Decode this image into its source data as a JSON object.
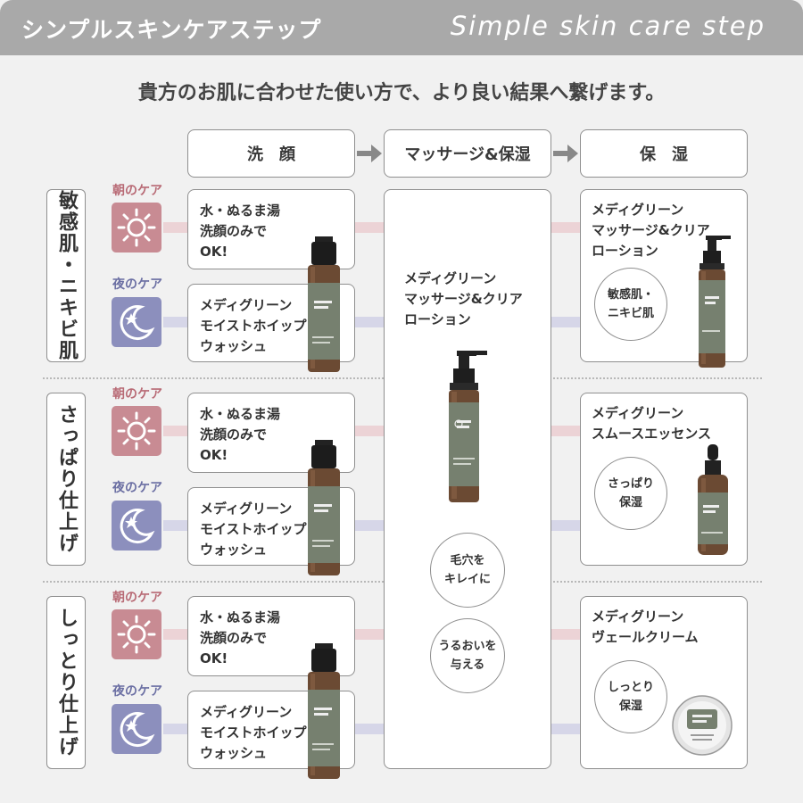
{
  "header": {
    "title_jp": "シンプルスキンケアステップ",
    "title_en": "Simple skin care step"
  },
  "subtitle": "貴方のお肌に合わせた使い方で、より良い結果へ繋げます。",
  "steps": [
    {
      "label": "洗　顔"
    },
    {
      "label": "マッサージ&保湿"
    },
    {
      "label": "保　湿"
    }
  ],
  "care": {
    "morning": "朝のケア",
    "night": "夜のケア"
  },
  "rows": [
    {
      "type": "敏感肌・ニキビ肌",
      "morning_text": [
        "水・ぬるま湯",
        "洗顔のみで",
        "OK!"
      ],
      "night_text": [
        "メディグリーン",
        "モイストホイップ",
        "ウォッシュ"
      ],
      "moist_text": [
        "メディグリーン",
        "マッサージ&クリア",
        "ローション"
      ],
      "moist_badge": [
        "敏感肌・",
        "ニキビ肌"
      ]
    },
    {
      "type": "さっぱり仕上げ",
      "morning_text": [
        "水・ぬるま湯",
        "洗顔のみで",
        "OK!"
      ],
      "night_text": [
        "メディグリーン",
        "モイストホイップ",
        "ウォッシュ"
      ],
      "moist_text": [
        "メディグリーン",
        "スムースエッセンス"
      ],
      "moist_badge": [
        "さっぱり",
        "保湿"
      ]
    },
    {
      "type": "しっとり仕上げ",
      "morning_text": [
        "水・ぬるま湯",
        "洗顔のみで",
        "OK!"
      ],
      "night_text": [
        "メディグリーン",
        "モイストホイップ",
        "ウォッシュ"
      ],
      "moist_text": [
        "メディグリーン",
        "ヴェールクリーム"
      ],
      "moist_badge": [
        "しっとり",
        "保湿"
      ]
    }
  ],
  "massage": {
    "text": [
      "メディグリーン",
      "マッサージ&クリア",
      "ローション"
    ],
    "badge1": [
      "毛穴を",
      "キレイに"
    ],
    "badge2": [
      "うるおいを",
      "与える"
    ]
  },
  "colors": {
    "header_bg": "#a9a9a9",
    "morning": "#c88b93",
    "night": "#8c8fbd",
    "bottle_brown": "#6b4a33",
    "label_green": "#76806f"
  },
  "icons": {
    "morning": "sun-icon",
    "night": "moon-icon",
    "arrow": "arrow-right-icon"
  }
}
